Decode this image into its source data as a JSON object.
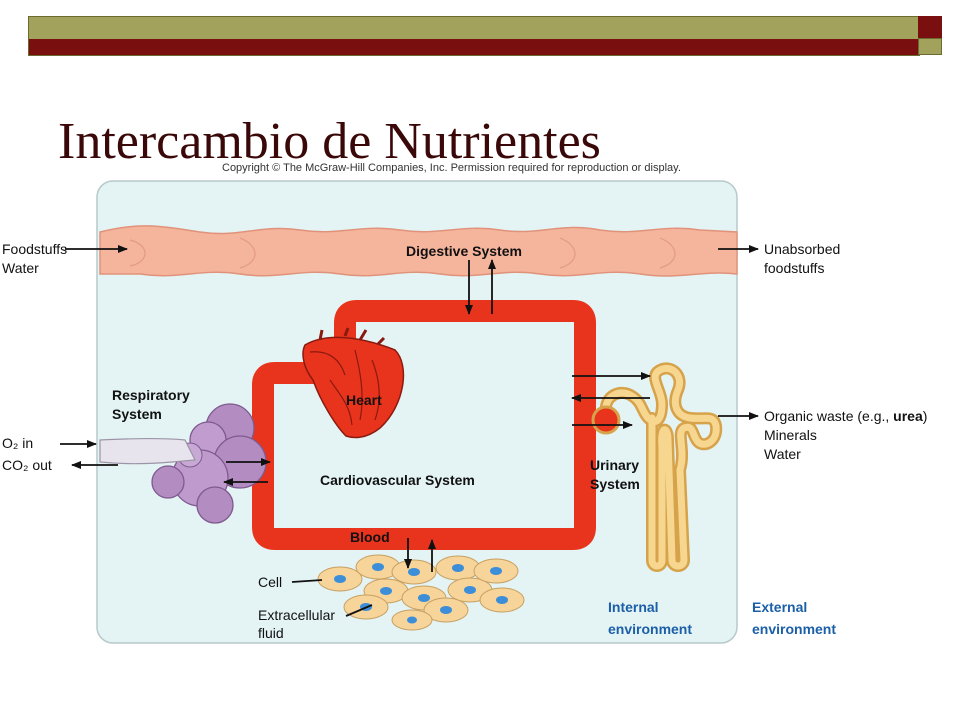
{
  "slide": {
    "title": "Intercambio de Nutrientes"
  },
  "diagram": {
    "copyright": "Copyright © The McGraw-Hill Companies, Inc. Permission required for reproduction or display.",
    "inputs": {
      "foodstuffs": "Foodstuffs",
      "water": "Water",
      "o2_in": "O₂ in",
      "co2_out": "CO₂ out"
    },
    "outputs": {
      "unabsorbed_1": "Unabsorbed",
      "unabsorbed_2": "foodstuffs",
      "organic_waste": "Organic waste (e.g., ",
      "urea": "urea",
      "close_paren": ")",
      "minerals": "Minerals",
      "water": "Water"
    },
    "systems": {
      "digestive": "Digestive System",
      "respiratory_1": "Respiratory",
      "respiratory_2": "System",
      "heart": "Heart",
      "cardiovascular": "Cardiovascular System",
      "urinary_1": "Urinary",
      "urinary_2": "System",
      "blood": "Blood"
    },
    "cells": {
      "cell": "Cell",
      "ecf_1": "Extracellular",
      "ecf_2": "fluid"
    },
    "environment": {
      "internal_1": "Internal",
      "internal_2": "environment",
      "external_1": "External",
      "external_2": "environment"
    },
    "colors": {
      "internal_bg": "#e4f3f4",
      "vessel": "#e8341c",
      "gut": "#f5b49c",
      "lung": "#b38cc2",
      "kidney": "#f7c97a",
      "blue_label": "#1b5fa8"
    }
  }
}
